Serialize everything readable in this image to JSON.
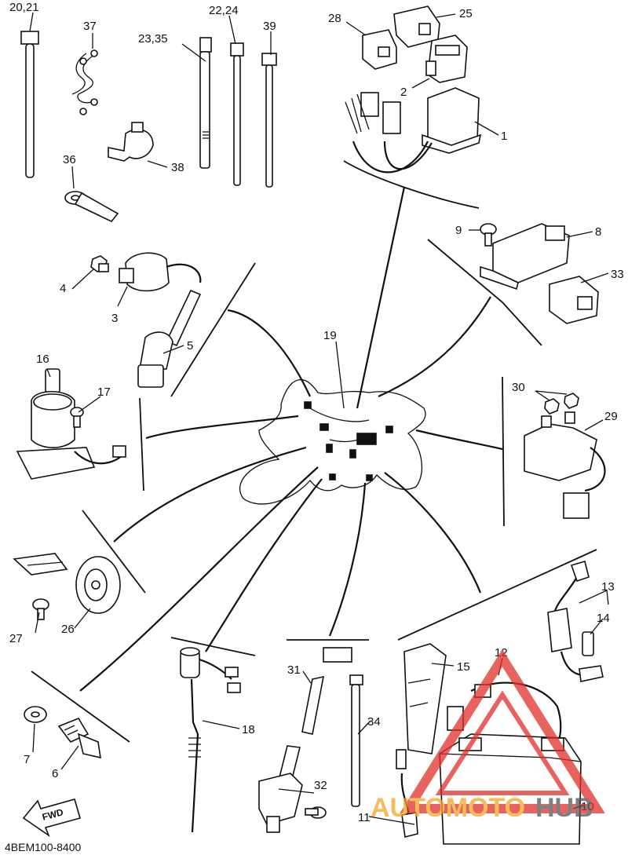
{
  "labels": [
    "20,21",
    "37",
    "23,35",
    "22,24",
    "39",
    "28",
    "25",
    "2",
    "1",
    "36",
    "38",
    "4",
    "3",
    "5",
    "9",
    "8",
    "33",
    "19",
    "16",
    "17",
    "30",
    "29",
    "27",
    "26",
    "13",
    "14",
    "12",
    "15",
    "31",
    "34",
    "18",
    "7",
    "6",
    "32",
    "11",
    "10"
  ],
  "reference_code": "4BEM100-8400",
  "fwd_label": "FWD",
  "watermark": {
    "part1": "AUTOMOTO",
    "part2": "HUB"
  },
  "colors": {
    "ink": "#111111",
    "watermark_red": "#e0302a",
    "watermark_orange": "#f5a623",
    "watermark_dark": "#555555"
  }
}
